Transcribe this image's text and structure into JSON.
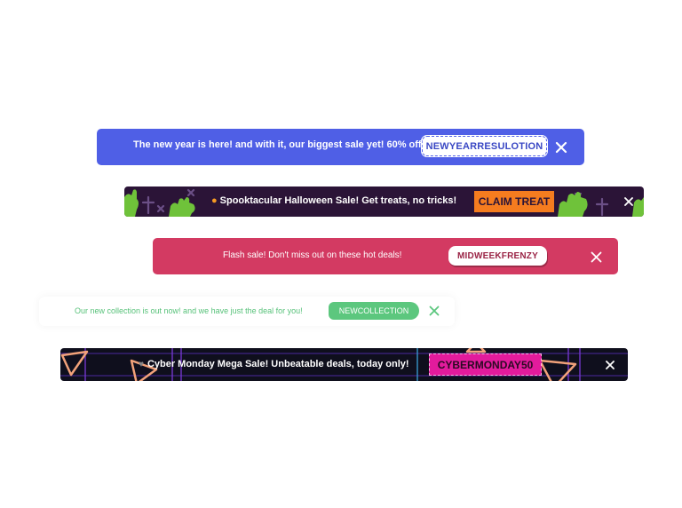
{
  "banners": [
    {
      "message": "The new year is here! and with it, our biggest sale yet! 60% off!",
      "code": "NEWYEARRESULOTION",
      "bg_color": "#4f5fe6",
      "close_icon": "close-icon"
    },
    {
      "message": "Spooktacular Halloween Sale! Get treats, no tricks!",
      "prefix_icon": "pumpkin-icon",
      "code": "CLAIM TREAT",
      "bg_color": "#2b1437",
      "accent_color": "#f57c1f",
      "close_icon": "close-icon"
    },
    {
      "message": "Flash sale! Don't miss out on these hot deals!",
      "code": "MIDWEEKFRENZY",
      "bg_color": "#d33a62",
      "close_icon": "close-icon"
    },
    {
      "message": "Our new collection is out now! and we have just the deal for you!",
      "code": "NEWCOLLECTION",
      "bg_color": "#ffffff",
      "accent_color": "#5cc77e",
      "close_icon": "close-icon"
    },
    {
      "message": "Cyber Monday Mega Sale! Unbeatable deals, today only!",
      "prefix_icon": "heart-icon",
      "code": "CYBERMONDAY50",
      "bg_color": "#0f0f1d",
      "accent_color": "#e21b9c",
      "close_icon": "close-icon"
    }
  ]
}
